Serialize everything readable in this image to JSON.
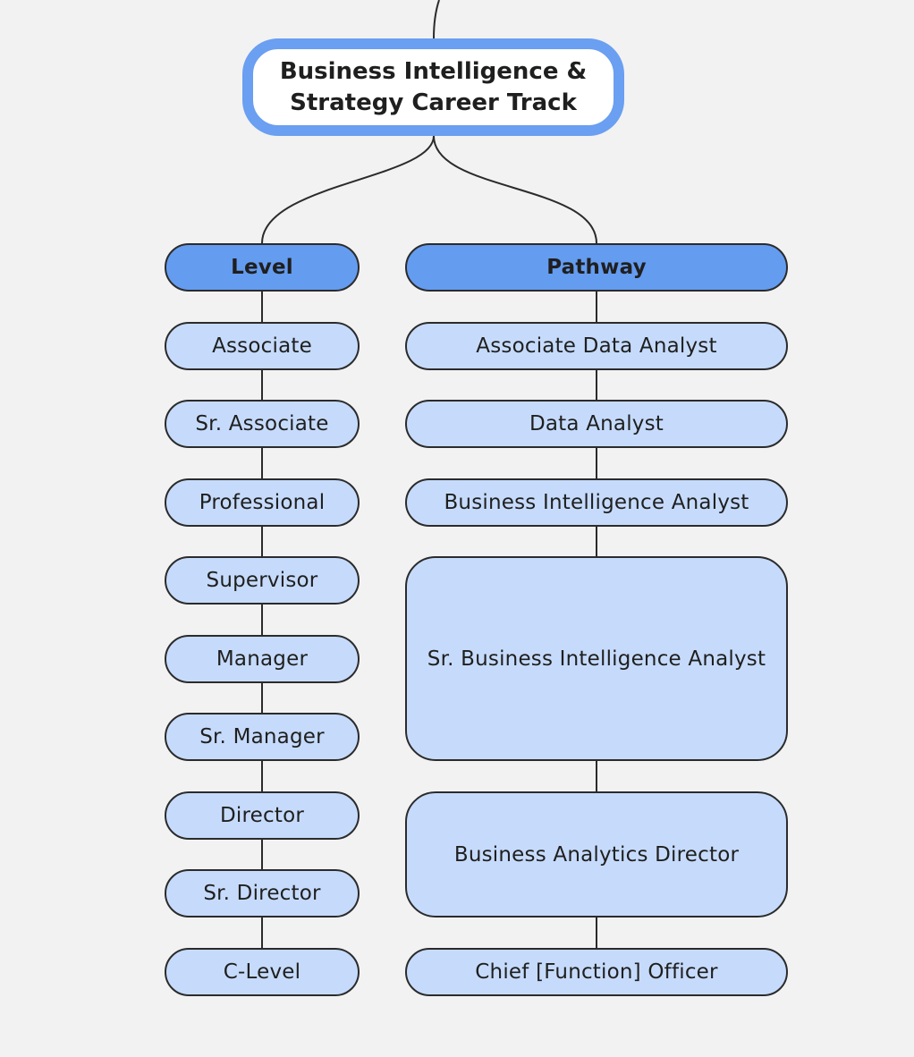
{
  "title": {
    "line1": "Business Intelligence &",
    "line2": "Strategy Career Track"
  },
  "level": {
    "header": "Level",
    "items": [
      "Associate",
      "Sr. Associate",
      "Professional",
      "Supervisor",
      "Manager",
      "Sr. Manager",
      "Director",
      "Sr. Director",
      "C-Level"
    ]
  },
  "pathway": {
    "header": "Pathway",
    "items": [
      "Associate Data Analyst",
      "Data Analyst",
      "Business Intelligence Analyst",
      "Sr. Business Intelligence Analyst",
      "Business Analytics Director",
      "Chief [Function] Officer"
    ]
  },
  "colors": {
    "background": "#f2f2f2",
    "root_border": "#6a9ff1",
    "header_fill": "#649cf0",
    "node_fill": "#c6dbfb",
    "outline": "#2b2b2b"
  }
}
